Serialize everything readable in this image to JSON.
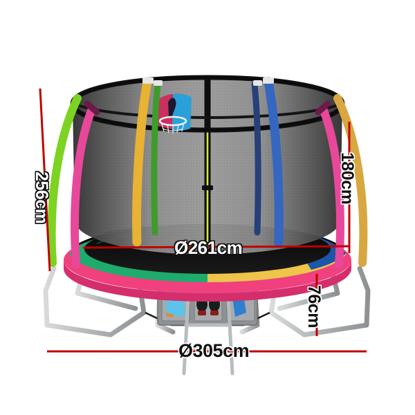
{
  "product": {
    "name": "Round Trampoline with Enclosure Net, Basketball Hoop and Ladder",
    "type": "product-dimension-diagram",
    "background_color": "#ffffff"
  },
  "dimensions": {
    "line_color": "#c00000",
    "items": [
      {
        "id": "overall-height",
        "label": "256cm",
        "value": 256,
        "unit": "cm",
        "orientation": "vertical",
        "text_style": "white-outlined",
        "position": "left"
      },
      {
        "id": "net-enclosure-height",
        "label": "180cm",
        "value": 180,
        "unit": "cm",
        "orientation": "vertical",
        "text_style": "black-outlined",
        "position": "right"
      },
      {
        "id": "mat-diameter",
        "label": "Ø261cm",
        "value": 261,
        "unit": "cm",
        "orientation": "horizontal",
        "text_style": "white-outlined",
        "position": "center"
      },
      {
        "id": "frame-height",
        "label": "76cm",
        "value": 76,
        "unit": "cm",
        "orientation": "vertical",
        "text_style": "black-outlined",
        "position": "lower-right"
      },
      {
        "id": "overall-diameter",
        "label": "Ø305cm",
        "value": 305,
        "unit": "cm",
        "orientation": "horizontal",
        "text_style": "black-outlined",
        "position": "bottom"
      }
    ]
  },
  "colors": {
    "net_dark": "#2a2a2a",
    "net_mesh": "#8e8e8e",
    "rim_black": "#141414",
    "pole_yellow": "#e8b233",
    "pole_green": "#4caf2a",
    "pole_blue": "#2f58b0",
    "pole_pink": "#e8489a",
    "pole_darkgreen": "#2e8b2a",
    "pad_pink": "#f0417e",
    "pad_green": "#1fab6b",
    "pad_blue": "#1c56a8",
    "pad_yellow": "#eec44a",
    "frame_silver": "#b9bcbe",
    "mat_black": "#0d0d0d",
    "backboard_pink": "#c9305f",
    "backboard_blue": "#2aa0d8",
    "hoop_white": "#f2f2f2",
    "storage_grey": "#9a9da0",
    "towel_blue": "#5cc4ea",
    "bottle_blue": "#2f7fd0",
    "shoe_black": "#1c1c1c"
  },
  "parts": {
    "enclosure_net": "safety-enclosure-net",
    "top_rim": "net-top-rim",
    "poles": [
      {
        "name": "pole-outer-left-green",
        "color": "#7dd321"
      },
      {
        "name": "pole-outer-left-pink",
        "color": "#e8489a"
      },
      {
        "name": "pole-inner-left-yellow",
        "color": "#e8b233"
      },
      {
        "name": "pole-inner-left-green",
        "color": "#3f9b2b"
      },
      {
        "name": "pole-inner-right-darkblue",
        "color": "#27407a"
      },
      {
        "name": "pole-inner-right-blue",
        "color": "#3566c0"
      },
      {
        "name": "pole-outer-right-pink",
        "color": "#e8489a"
      },
      {
        "name": "pole-outer-right-yellow",
        "color": "#d9a741"
      }
    ],
    "spring_pad_segments": [
      "green",
      "blue",
      "yellow",
      "pink-edge"
    ],
    "basketball_hoop": "basketball-hoop-with-backboard",
    "ladder": "access-ladder",
    "storage_organizer": "under-trampoline-storage-organizer",
    "storage_contents": [
      "towel",
      "shoes",
      "water-bottle"
    ],
    "legs": "galvanised-w-shaped-legs"
  }
}
